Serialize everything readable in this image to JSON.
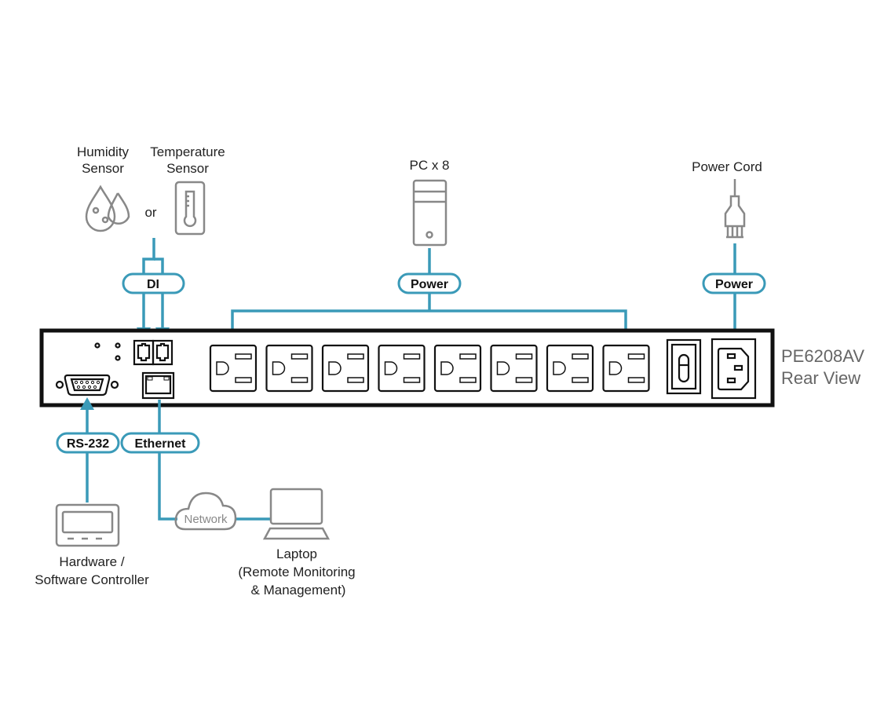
{
  "sensors": {
    "humidity_label": [
      "Humidity",
      "Sensor"
    ],
    "temperature_label": [
      "Temperature",
      "Sensor"
    ],
    "or_text": "or",
    "di_label": "DI"
  },
  "pc": {
    "label": "PC x 8",
    "power_label": "Power",
    "outlet_count": 8
  },
  "power_cord": {
    "label": "Power Cord",
    "power_label": "Power"
  },
  "device": {
    "model": "PE6208AV",
    "view": "Rear View"
  },
  "rs232": {
    "label": "RS-232",
    "controller_label": [
      "Hardware /",
      "Software Controller"
    ]
  },
  "ethernet": {
    "label": "Ethernet",
    "network_label": "Network",
    "laptop_label": [
      "Laptop",
      "(Remote Monitoring",
      "& Management)"
    ]
  },
  "colors": {
    "connection": "#3a9ab8",
    "device_outline": "#111111",
    "peripheral": "#888888"
  }
}
